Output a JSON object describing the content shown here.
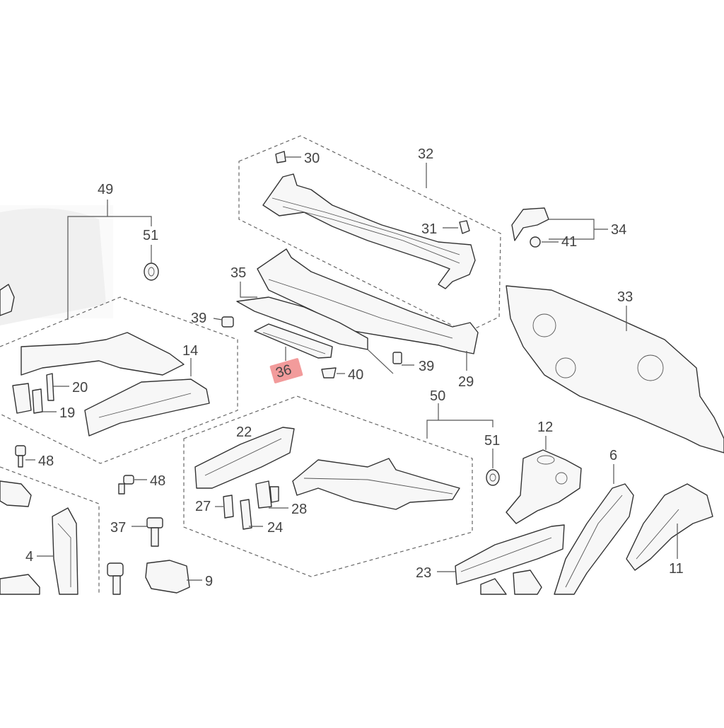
{
  "callouts": {
    "c30": "30",
    "c32": "32",
    "c31": "31",
    "c34": "34",
    "c41": "41",
    "c49": "49",
    "c51a": "51",
    "c35": "35",
    "c33": "33",
    "c39a": "39",
    "c14": "14",
    "c36": "36",
    "c40": "40",
    "c39b": "39",
    "c29": "29",
    "c20": "20",
    "c19": "19",
    "c50": "50",
    "c22": "22",
    "c51b": "51",
    "c12": "12",
    "c48a": "48",
    "c48b": "48",
    "c6": "6",
    "c27": "27",
    "c28": "28",
    "c24": "24",
    "c37": "37",
    "c4": "4",
    "c11": "11",
    "c23": "23",
    "c9": "9"
  },
  "highlight": {
    "callout": "36",
    "color": "#f08a8a"
  }
}
